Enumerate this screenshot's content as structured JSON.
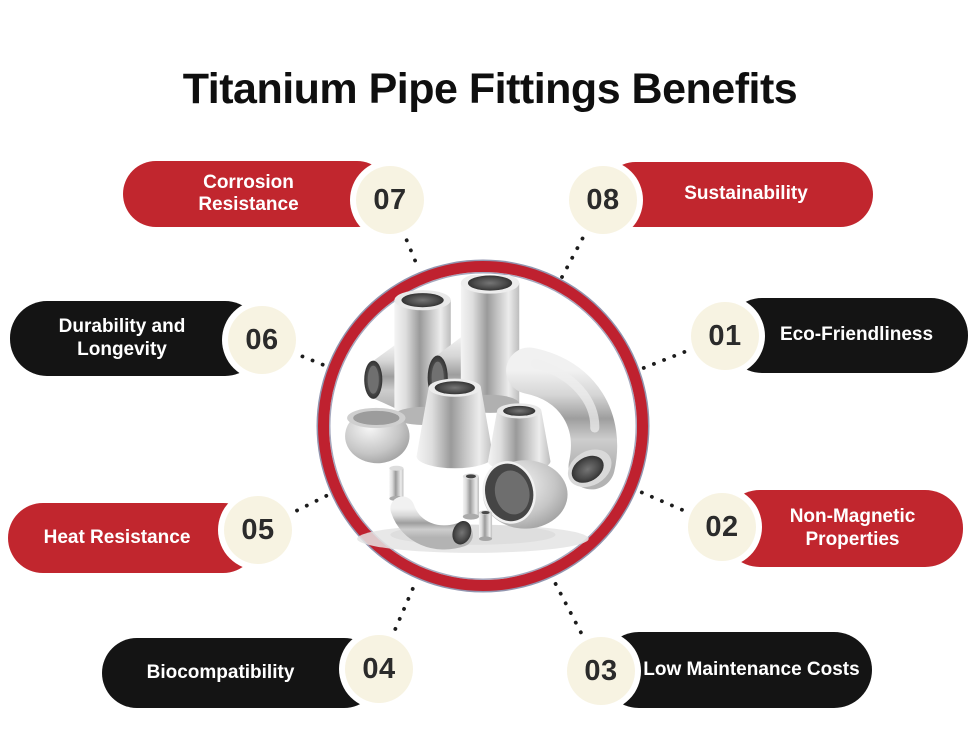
{
  "title": "Titanium Pipe Fittings Benefits",
  "hub": {
    "image_alt": "Assorted titanium pipe fittings: tees, elbows, reducers and caps"
  },
  "colors": {
    "red_pill": "#C1262E",
    "black_pill": "#141414",
    "cream_badge": "#F7F3E2",
    "ring_red": "#BF212F",
    "number_text": "#2B2B2B",
    "connector_dots": "#1C1C1C",
    "label_text": "#FFFFFF",
    "title_text": "#0F0F0F",
    "background": "#FFFFFF"
  },
  "benefits": {
    "b01": {
      "number": "01",
      "label": "Eco-Friendliness"
    },
    "b02": {
      "number": "02",
      "label": "Non-Magnetic Properties"
    },
    "b03": {
      "number": "03",
      "label": "Low Maintenance Costs"
    },
    "b04": {
      "number": "04",
      "label": "Biocompatibility"
    },
    "b05": {
      "number": "05",
      "label": "Heat Resistance"
    },
    "b06": {
      "number": "06",
      "label": "Durability and Longevity"
    },
    "b07": {
      "number": "07",
      "label": "Corrosion Resistance"
    },
    "b08": {
      "number": "08",
      "label": "Sustainability"
    }
  }
}
